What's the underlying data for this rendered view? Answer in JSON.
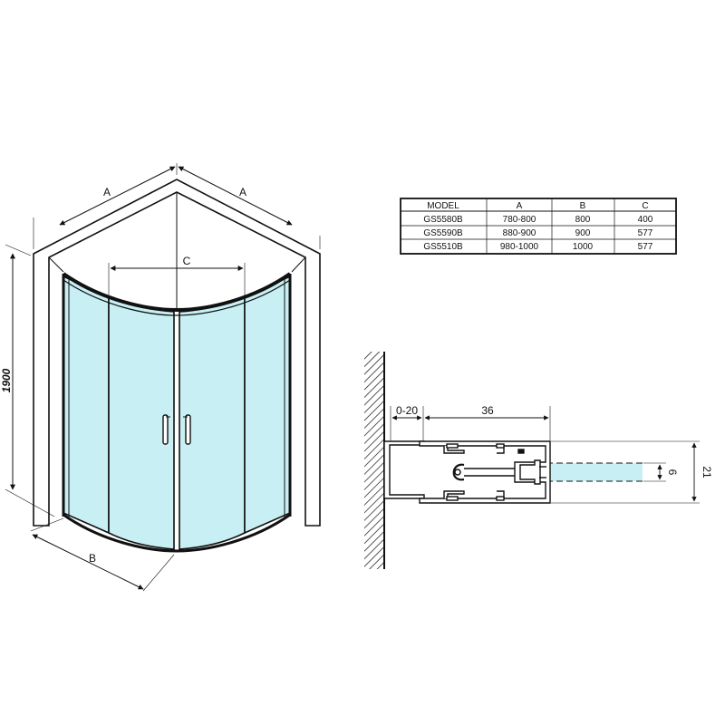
{
  "enclosure": {
    "dim_a_left": "A",
    "dim_a_right": "A",
    "dim_c": "C",
    "dim_height": "1900",
    "dim_b": "B"
  },
  "spec_table": {
    "headers": [
      "MODEL",
      "A",
      "B",
      "C"
    ],
    "rows": [
      [
        "GS5580B",
        "780-800",
        "800",
        "400"
      ],
      [
        "GS5590B",
        "880-900",
        "900",
        "577"
      ],
      [
        "GS5510B",
        "980-1000",
        "1000",
        "577"
      ]
    ]
  },
  "profile_detail": {
    "dim_adjust": "0-20",
    "dim_profile_width": "36",
    "dim_glass": "6",
    "dim_profile_height": "21"
  },
  "colors": {
    "glass": "#c8f0f4",
    "line": "#111111",
    "wall_fill": "#ffffff"
  }
}
